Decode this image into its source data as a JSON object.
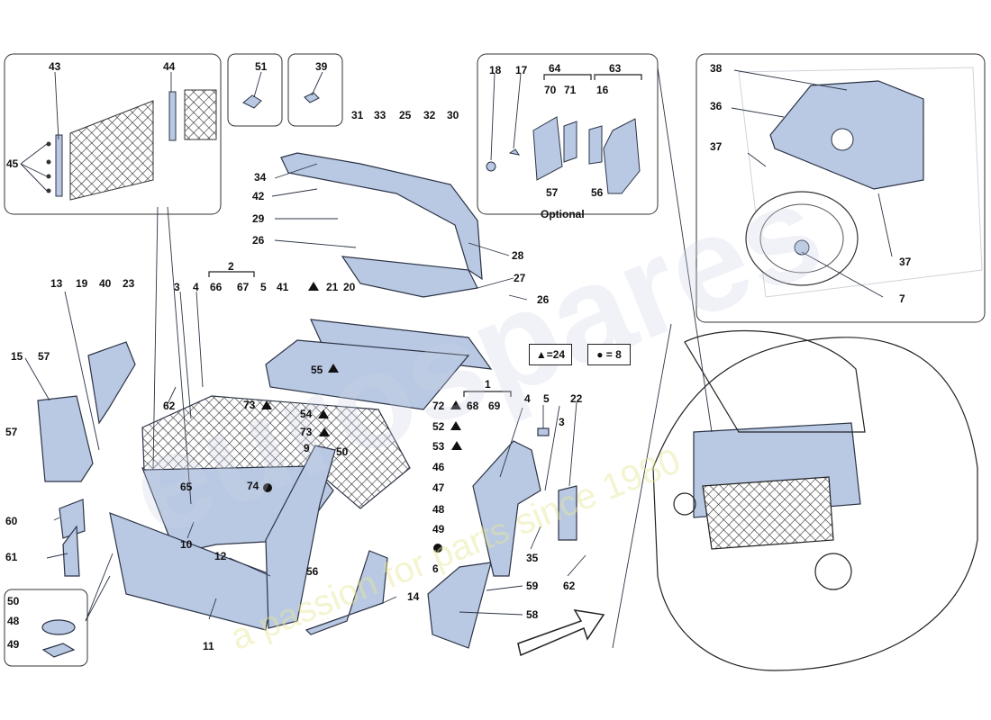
{
  "diagram": {
    "labels": {
      "l43": "43",
      "l44": "44",
      "l45": "45",
      "l51": "51",
      "l39": "39",
      "l18": "18",
      "l17": "17",
      "l64": "64",
      "l70": "70",
      "l71": "71",
      "l63": "63",
      "l16": "16",
      "l57a": "57",
      "l56a": "56",
      "l38": "38",
      "l36": "36",
      "l37a": "37",
      "l37b": "37",
      "l7": "7",
      "l34": "34",
      "l31": "31",
      "l33": "33",
      "l25": "25",
      "l32": "32",
      "l30": "30",
      "l42": "42",
      "l29": "29",
      "l26a": "26",
      "l28": "28",
      "l27": "27",
      "l26b": "26",
      "l13": "13",
      "l19": "19",
      "l40": "40",
      "l23": "23",
      "l3a": "3",
      "l4a": "4",
      "l2": "2",
      "l66": "66",
      "l67": "67",
      "l5a": "5",
      "l41": "41",
      "l21": "21",
      "l20": "20",
      "l15": "15",
      "l57b": "57",
      "l57c": "57",
      "l62a": "62",
      "l55": "55",
      "l73a": "73",
      "l54": "54",
      "l73b": "73",
      "l72": "72",
      "l52": "52",
      "l53": "53",
      "l1": "1",
      "l68": "68",
      "l69": "69",
      "l4b": "4",
      "l5b": "5",
      "l22": "22",
      "l3b": "3",
      "l9": "9",
      "l50a": "50",
      "l74": "74",
      "l46": "46",
      "l47": "47",
      "l48a": "48",
      "l49a": "49",
      "l6": "6",
      "l65": "65",
      "l60": "60",
      "l61": "61",
      "l10": "10",
      "l12": "12",
      "l56b": "56",
      "l14": "14",
      "l59": "59",
      "l58": "58",
      "l35": "35",
      "l62b": "62",
      "l11": "11",
      "l50b": "50",
      "l48b": "48",
      "l49b": "49"
    },
    "optional_label": "Optional",
    "legend_triangle": "▲=24",
    "legend_circle": "● = 8",
    "watermark_line1": "eurospares",
    "watermark_line2": "a passion for parts since 1980"
  },
  "colors": {
    "part_fill": "#b9c9e3",
    "part_stroke": "#2b3345",
    "line": "#2b3345",
    "frame": "#333333"
  }
}
